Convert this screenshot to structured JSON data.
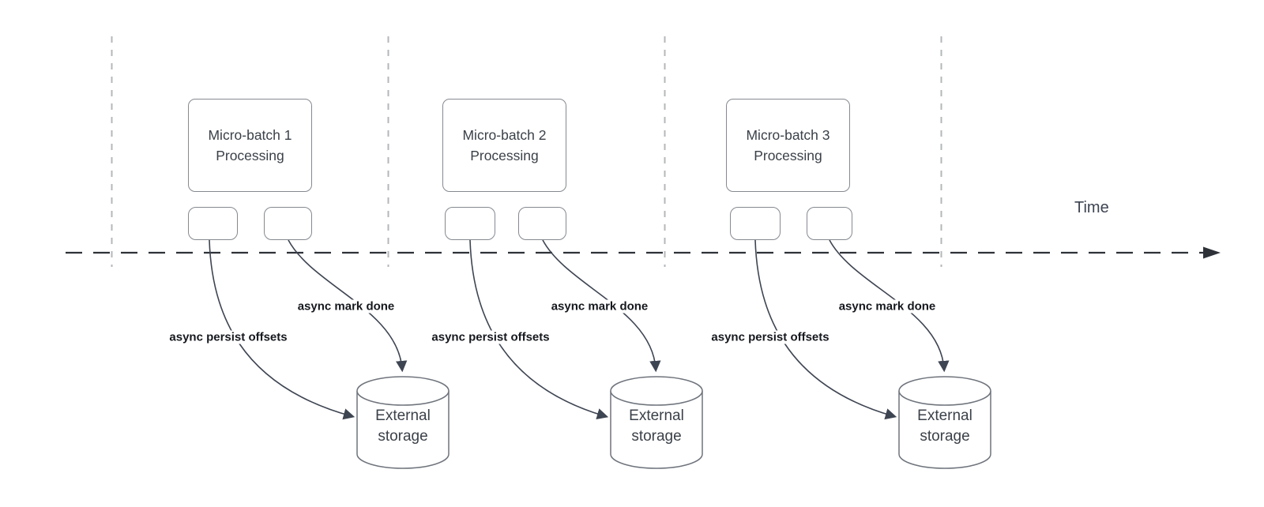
{
  "axis": {
    "time_label": "Time"
  },
  "batches": [
    {
      "title": "Micro-batch 1 Processing",
      "persist_label": "async persist offsets",
      "mark_label": "async mark done",
      "storage_label": "External storage"
    },
    {
      "title": "Micro-batch 2 Processing",
      "persist_label": "async persist offsets",
      "mark_label": "async mark done",
      "storage_label": "External storage"
    },
    {
      "title": "Micro-batch 3 Processing",
      "persist_label": "async persist offsets",
      "mark_label": "async mark done",
      "storage_label": "External storage"
    }
  ],
  "colors": {
    "background": "#ffffff",
    "box_border": "#85898f",
    "box_text": "#3b4149",
    "bold_label_text": "#15181d",
    "curve_stroke": "#3e4552",
    "timeline_stroke": "#2e3238",
    "guide_line_stroke": "#b4b7bb"
  }
}
